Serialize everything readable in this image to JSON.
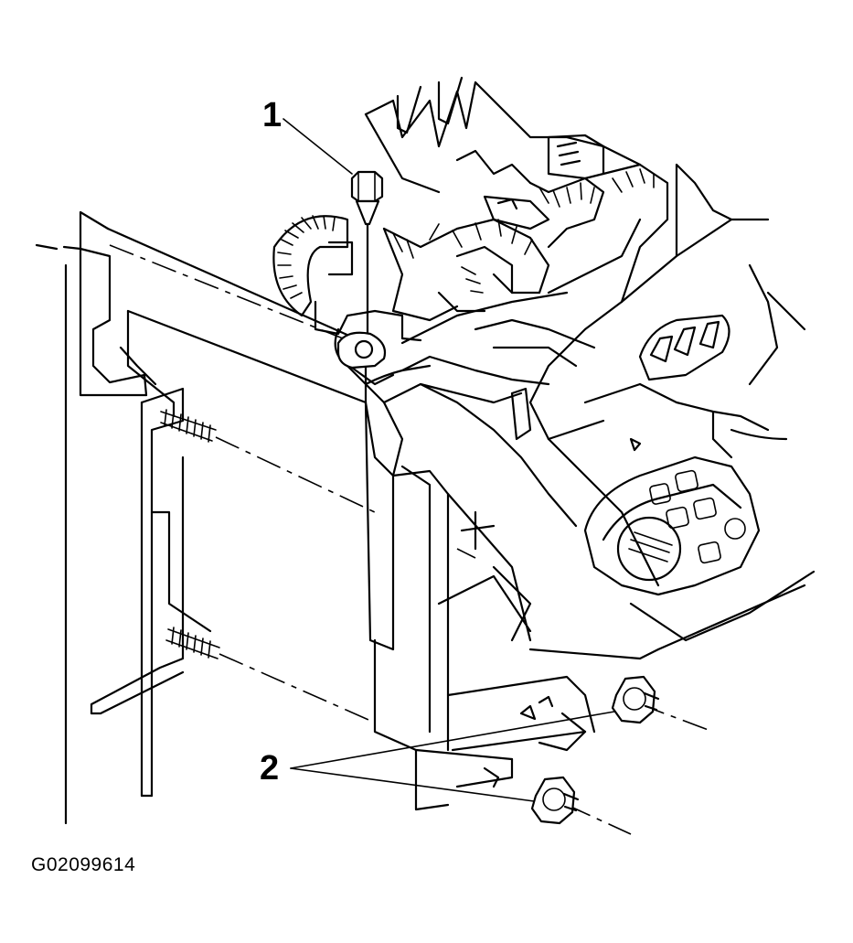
{
  "figure_id": "G02099614",
  "callouts": [
    {
      "number": "1"
    },
    {
      "number": "2"
    }
  ]
}
